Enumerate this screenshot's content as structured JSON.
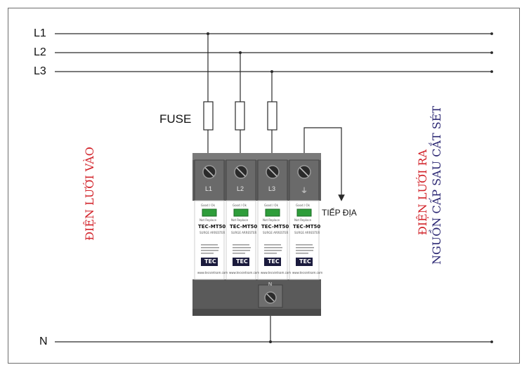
{
  "lines": {
    "l1": "L1",
    "l2": "L2",
    "l3": "L3",
    "n": "N"
  },
  "fuse_label": "FUSE",
  "ground_label": "TIẾP ĐỊA",
  "input_label": "ĐIỆN LƯỚI VÀO",
  "output_label": "ĐIỆN LƯỚI RA",
  "output_sublabel": "NGUỒN CẤP SAU CẮT SÉT",
  "module": {
    "terminal_labels": [
      "L1",
      "L2",
      "L3",
      "⏚"
    ],
    "neutral_terminal": "N",
    "status_top": "Good / Ok",
    "status_bottom": "Not Replace",
    "model": "TEC-MT50",
    "subtitle": "SURGE ARRESTER",
    "brand": "TEC",
    "website": "www.tecvietnam.com"
  },
  "colors": {
    "wire": "#2a2a2a",
    "module_body": "#ffffff",
    "terminal_block": "#6b6b6b",
    "status_window": "#2e9d3a",
    "label_red": "#d2232a",
    "label_navy": "#2b2773"
  }
}
